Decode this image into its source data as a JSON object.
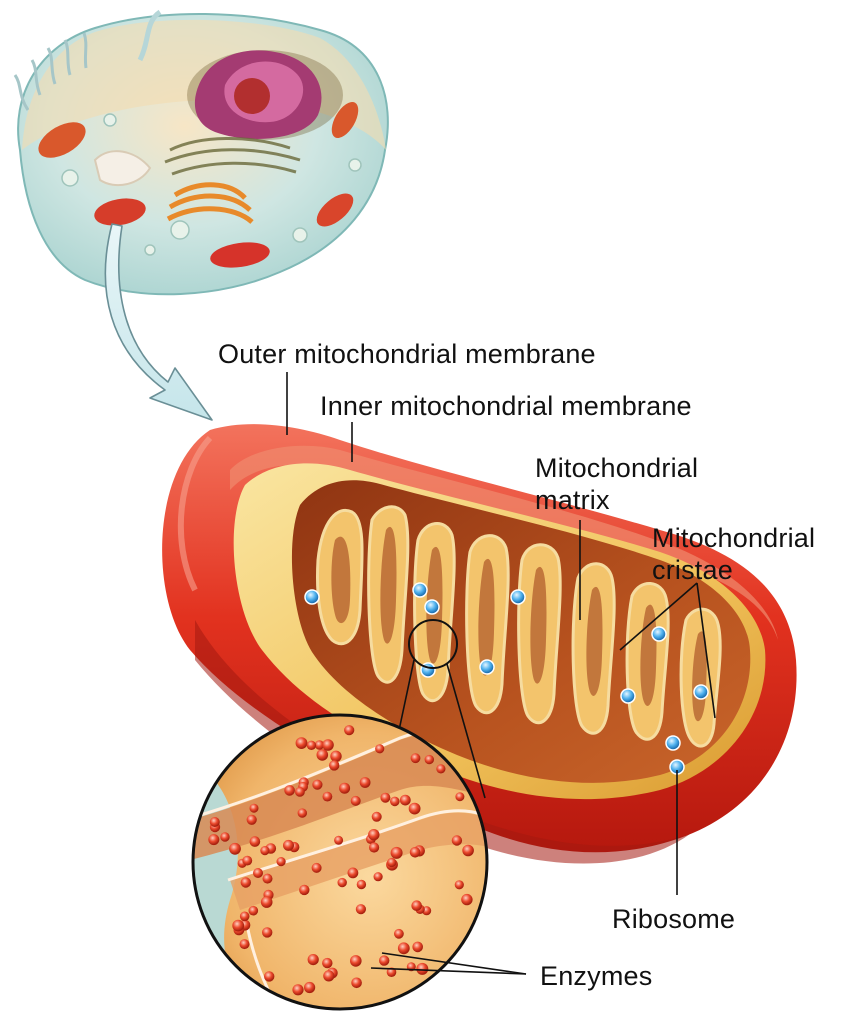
{
  "labels": {
    "outer_membrane": "Outer mitochondrial membrane",
    "inner_membrane": "Inner mitochondrial membrane",
    "matrix": "Mitochondrial\nmatrix",
    "cristae": "Mitochondrial\ncristae",
    "ribosome": "Ribosome",
    "enzymes": "Enzymes"
  },
  "colors": {
    "outer_membrane": "#e23a25",
    "intermembrane": "#f3c868",
    "matrix": "#b04a1e",
    "ribosome": "#3ea2e6",
    "enzyme": "#e2462c",
    "magnifier_bg": "#f4c27a"
  }
}
